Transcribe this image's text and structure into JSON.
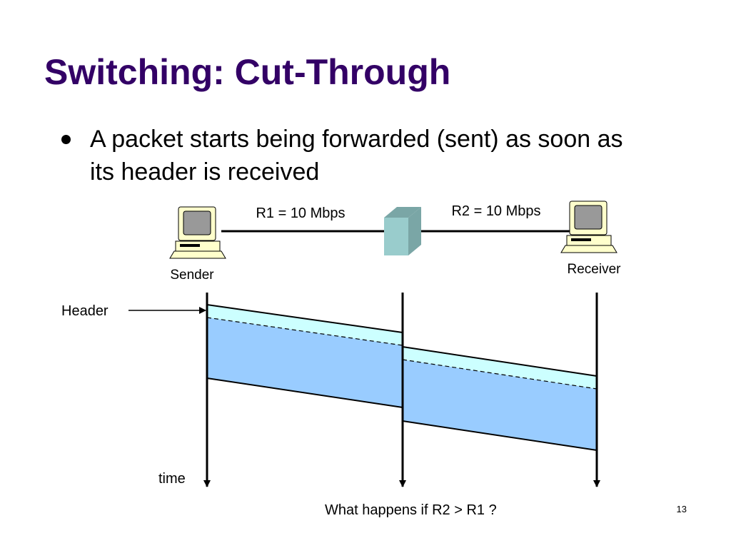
{
  "title": "Switching: Cut-Through",
  "bullet": "A packet starts being forwarded (sent) as soon as its header is received",
  "links": [
    {
      "label": "R1 = 10 Mbps"
    },
    {
      "label": "R2 = 10 Mbps"
    }
  ],
  "nodes": {
    "sender": "Sender",
    "receiver": "Receiver"
  },
  "labels": {
    "header": "Header",
    "time": "time",
    "question": "What happens if R2 > R1 ?"
  },
  "page_number": "13",
  "colors": {
    "title": "#330066",
    "packet_body": "#99ccff",
    "packet_header": "#ccffff",
    "switch_front": "#99cccc",
    "switch_top": "#7aa6a6",
    "computer_beige": "#ffffcc",
    "screen": "#999999",
    "line": "#000000"
  },
  "icons": {
    "sender_icon": "desktop-computer-icon",
    "receiver_icon": "desktop-computer-icon",
    "switch_icon": "switch-box-icon"
  }
}
